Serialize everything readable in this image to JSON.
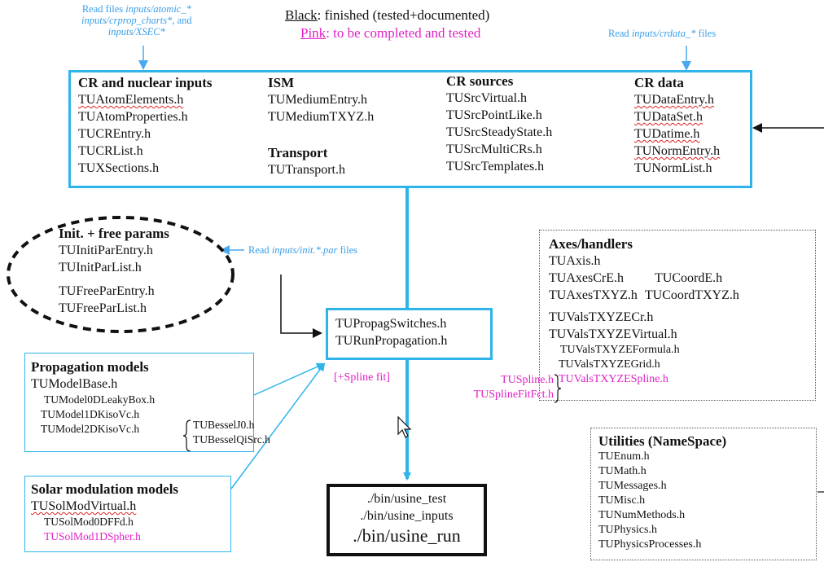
{
  "legend": {
    "black_word": "Black",
    "black_rest": ": finished (tested+documented)",
    "pink_word": "Pink",
    "pink_rest": ": to be completed and tested"
  },
  "notes": {
    "atomic": {
      "l1a": "Read files ",
      "l1b": "inputs/atomic_*",
      "l2": "inputs/crprop_charts*",
      "l2b": ", and",
      "l3": "inputs/XSEC*"
    },
    "crdata": {
      "a": "Read ",
      "b": "inputs/crdata_*",
      "c": " files"
    },
    "init": {
      "a": "Read ",
      "b": "inputs/init.*.par",
      "c": " files"
    }
  },
  "inputs_box": {
    "col1": {
      "title": "CR and nuclear inputs",
      "files": [
        "TUAtomElements.h",
        "TUAtomProperties.h",
        "TUCREntry.h",
        "TUCRList.h",
        "TUXSections.h"
      ]
    },
    "col2": {
      "title": "ISM",
      "files": [
        "TUMediumEntry.h",
        "TUMediumTXYZ.h"
      ],
      "title2": "Transport",
      "files2": [
        "TUTransport.h"
      ]
    },
    "col3": {
      "title": "CR sources",
      "files": [
        "TUSrcVirtual.h",
        "TUSrcPointLike.h",
        "TUSrcSteadyState.h",
        "TUSrcMultiCRs.h",
        "TUSrcTemplates.h"
      ]
    },
    "col4": {
      "title": "CR data",
      "files": [
        "TUDataEntry.h",
        "TUDataSet.h",
        "TUDatime.h",
        "TUNormEntry.h",
        "TUNormList.h"
      ]
    }
  },
  "init_box": {
    "title": "Init. + free params",
    "files": [
      "TUInitiParEntry.h",
      "TUInitParList.h",
      "TUFreeParEntry.h",
      "TUFreeParList.h"
    ]
  },
  "propag_box": {
    "files": [
      "TUPropagSwitches.h",
      "TURunPropagation.h"
    ],
    "spline_note": "[+Spline fit]"
  },
  "models_box": {
    "title": "Propagation models",
    "base": "TUModelBase.h",
    "models": [
      "TUModel0DLeakyBox.h",
      "TUModel1DKisoVc.h",
      "TUModel2DKisoVc.h"
    ],
    "bessel": [
      "TUBesselJ0.h",
      "TUBesselQiSrc.h"
    ]
  },
  "solar_box": {
    "title": "Solar modulation models",
    "base": "TUSolModVirtual.h",
    "files": [
      "TUSolMod0DFFd.h",
      "TUSolMod1DSpher.h"
    ]
  },
  "bin_box": {
    "files": [
      "./bin/usine_test",
      "./bin/usine_inputs",
      "./bin/usine_run"
    ]
  },
  "axes_box": {
    "title": "Axes/handlers",
    "axis": "TUAxis.h",
    "row1": [
      "TUAxesCrE.h",
      "TUCoordE.h"
    ],
    "row2": [
      "TUAxesTXYZ.h",
      "TUCoordTXYZ.h"
    ],
    "vals": [
      "TUValsTXYZECr.h",
      "TUValsTXYZEVirtual.h"
    ],
    "vals_small": [
      "TUValsTXYZEFormula.h",
      "TUValsTXYZEGrid.h",
      "TUValsTXYZESpline.h"
    ],
    "spline": [
      "TUSpline.h",
      "TUSplineFitFct.h"
    ]
  },
  "utils_box": {
    "title": "Utilities (NameSpace)",
    "files": [
      "TUEnum.h",
      "TUMath.h",
      "TUMessages.h",
      "TUMisc.h",
      "TUNumMethods.h",
      "TUPhysics.h",
      "TUPhysicsProcesses.h"
    ]
  },
  "colors": {
    "blue": "#2fb4ea",
    "pink": "#e020c8",
    "note_blue": "#3a9ee8"
  }
}
